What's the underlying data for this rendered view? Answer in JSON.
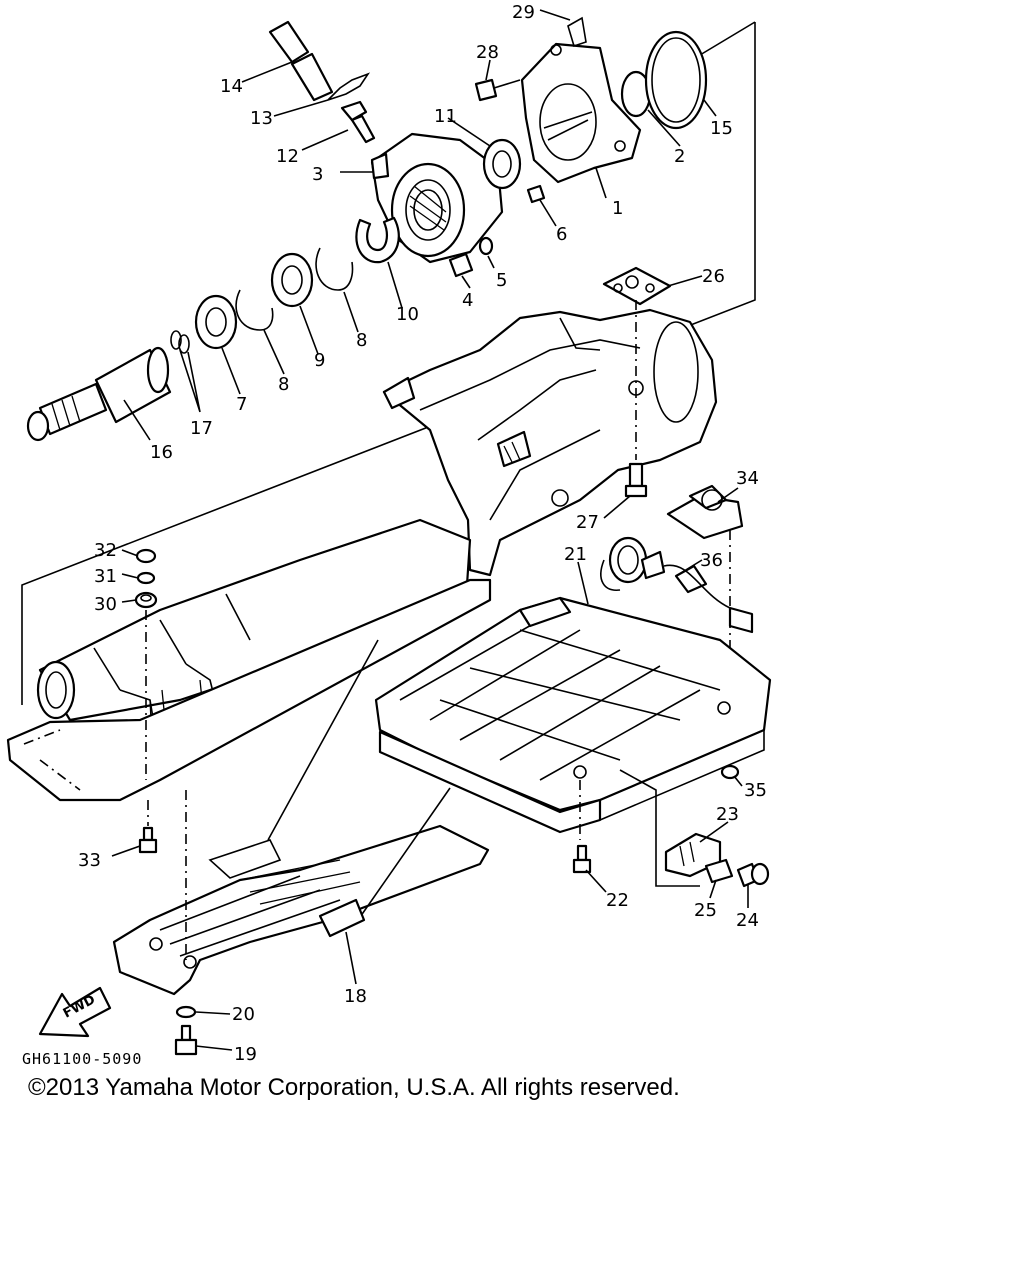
{
  "diagram": {
    "part_code": "GH61100-5090",
    "copyright": "©2013 Yamaha Motor Corporation, U.S.A. All rights reserved.",
    "fwd_label": "FWD",
    "callouts": [
      "1",
      "2",
      "3",
      "4",
      "5",
      "6",
      "7",
      "8",
      "8",
      "9",
      "10",
      "11",
      "12",
      "13",
      "14",
      "15",
      "16",
      "17",
      "18",
      "19",
      "20",
      "21",
      "22",
      "23",
      "24",
      "25",
      "26",
      "27",
      "28",
      "29",
      "30",
      "31",
      "32",
      "33",
      "34",
      "35",
      "36"
    ]
  }
}
